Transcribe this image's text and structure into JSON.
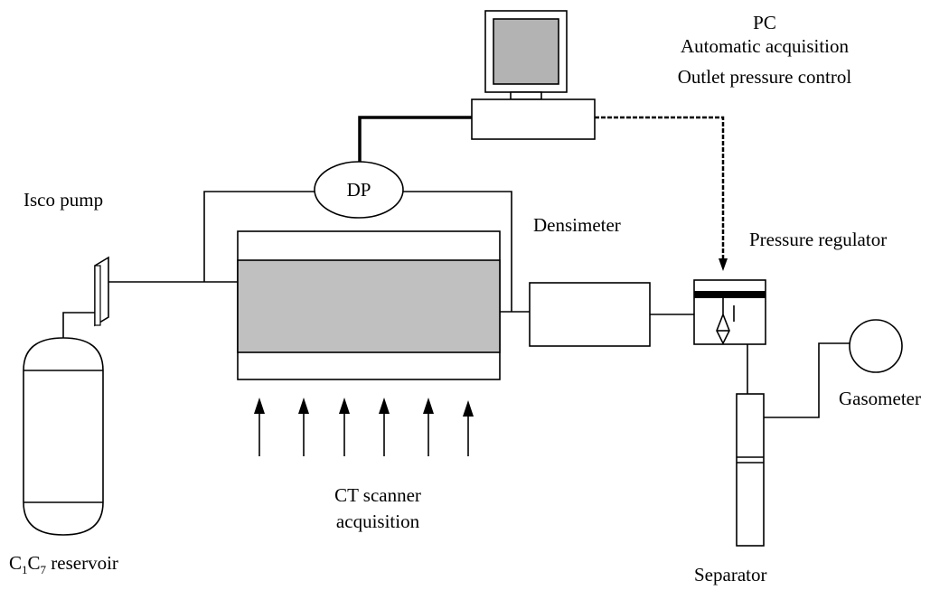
{
  "labels": {
    "pc_title": "PC",
    "pc_line1": "Automatic acquisition",
    "pc_line2": "Outlet pressure control",
    "dp": "DP",
    "isco_pump": "Isco pump",
    "densimeter": "Densimeter",
    "pressure_regulator": "Pressure regulator",
    "gasometer": "Gasometer",
    "ct_line1": "CT scanner",
    "ct_line2": "acquisition",
    "reservoir_prefix": "C",
    "reservoir_sub1": "1",
    "reservoir_mid": "C",
    "reservoir_sub2": "7",
    "reservoir_suffix": " reservoir",
    "separator": "Separator"
  },
  "colors": {
    "core_fill": "#c0c0c0",
    "monitor_screen": "#b3b3b3",
    "line": "#000000",
    "background": "#ffffff"
  }
}
